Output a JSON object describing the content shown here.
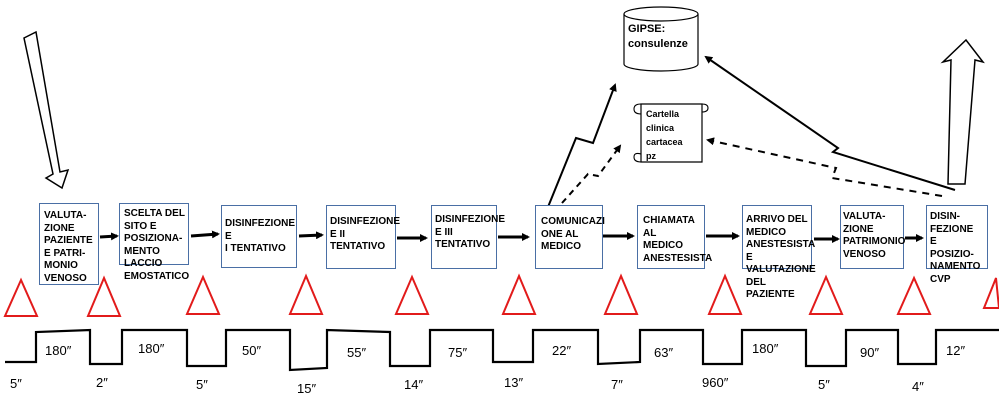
{
  "system": {
    "label": "GIPSE:\nconsulenze"
  },
  "record": {
    "label": "Cartella\nclinica\ncartacea\npz"
  },
  "steps": [
    {
      "label": "VALUTA-\nZIONE\nPAZIENTE\nE PATRI-\nMONIO\nVENOSO",
      "duration": "180″"
    },
    {
      "label": "SCELTA DEL\nSITO E\nPOSIZIONA-\nMENTO\nLACCIO\nEMOSTATICO",
      "duration": "180″"
    },
    {
      "label": "DISINFEZIONE\nE\nI TENTATIVO",
      "duration": "50″"
    },
    {
      "label": "DISINFEZIONE\nE II\nTENTATIVO",
      "duration": "55″"
    },
    {
      "label": "DISINFEZIONE\nE III\nTENTATIVO",
      "duration": "75″"
    },
    {
      "label": "COMUNICAZI\nONE AL\nMEDICO",
      "duration": "22″"
    },
    {
      "label": "CHIAMATA\nAL\nMEDICO\nANESTESISTA",
      "duration": "63″"
    },
    {
      "label": "ARRIVO DEL\nMEDICO\nANESTESISTA\nE\nVALUTAZIONE\nDEL\nPAZIENTE",
      "duration": "180″"
    },
    {
      "label": "VALUTA-\nZIONE\nPATRIMONIO\nVENOSO",
      "duration": "90″"
    },
    {
      "label": "DISIN-\nFEZIONE\nE\nPOSIZIO-\nNAMENTO\nCVP",
      "duration": "12″"
    }
  ],
  "waits": [
    "5″",
    "2″",
    "5″",
    "15″",
    "14″",
    "13″",
    "7″",
    "960″",
    "5″",
    "4″"
  ],
  "colors": {
    "box_border": "#4a6fa5",
    "triangle": "#e21b1b",
    "line": "#000000"
  }
}
